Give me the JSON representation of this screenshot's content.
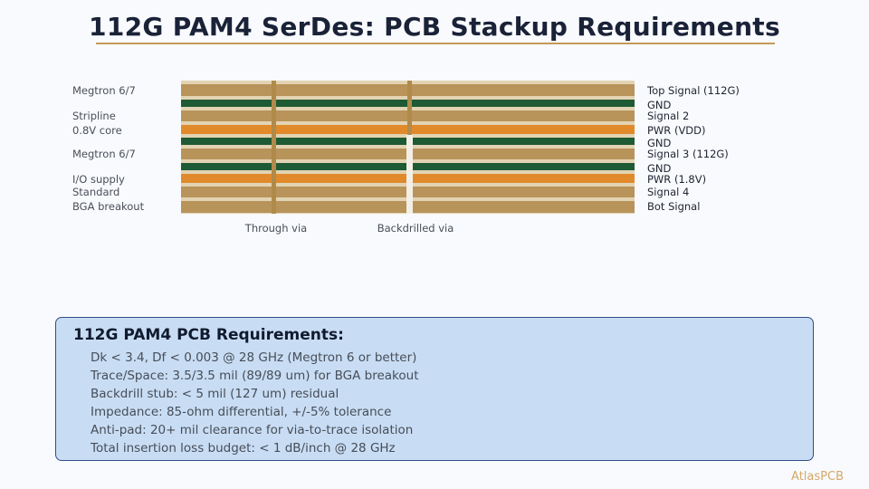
{
  "title": "112G PAM4 SerDes: PCB Stackup Requirements",
  "colors": {
    "signal": "#b8935a",
    "gnd": "#1e5a34",
    "pwr": "#e08a2c",
    "dielectric": "#e2d3b2",
    "via": "#b08a4a",
    "backdrill_void": "#f3efe6",
    "accent": "#c49a58",
    "panel_bg": "#c8ddf4",
    "panel_border": "#2f4e8a"
  },
  "layers": [
    {
      "type": "signal",
      "right_label": "Top Signal (112G)"
    },
    {
      "type": "gnd",
      "right_label": "GND"
    },
    {
      "type": "signal",
      "right_label": "Signal 2"
    },
    {
      "type": "pwr",
      "right_label": "PWR (VDD)"
    },
    {
      "type": "gnd",
      "right_label": "GND"
    },
    {
      "type": "signal",
      "right_label": "Signal 3 (112G)"
    },
    {
      "type": "gnd",
      "right_label": "GND"
    },
    {
      "type": "pwr",
      "right_label": "PWR (1.8V)"
    },
    {
      "type": "signal",
      "right_label": "Signal 4"
    },
    {
      "type": "signal",
      "right_label": "Bot Signal"
    }
  ],
  "left_labels": [
    "Megtron 6/7",
    "Stripline",
    "0.8V core",
    "Megtron 6/7",
    "I/O supply",
    "Standard",
    "BGA breakout"
  ],
  "vias": {
    "through": {
      "label": "Through via"
    },
    "backdrilled": {
      "label": "Backdrilled via"
    }
  },
  "requirements": {
    "title": "112G PAM4 PCB Requirements:",
    "items": [
      "Dk < 3.4, Df < 0.003 @ 28 GHz (Megtron 6 or better)",
      "Trace/Space: 3.5/3.5 mil (89/89 um) for BGA breakout",
      "Backdrill stub: < 5 mil (127 um) residual",
      "Impedance: 85-ohm differential, +/-5% tolerance",
      "Anti-pad: 20+ mil clearance for via-to-trace isolation",
      "Total insertion loss budget: < 1 dB/inch @ 28 GHz"
    ]
  },
  "brand": "AtlasPCB"
}
